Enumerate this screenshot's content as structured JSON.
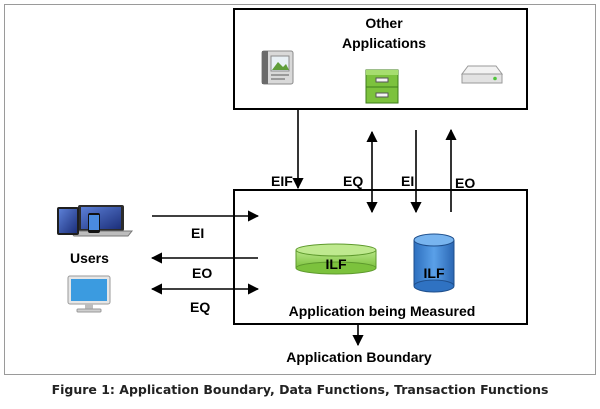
{
  "diagram": {
    "other_box": {
      "title_line1": "Other",
      "title_line2": "Applications"
    },
    "measured_box": {
      "title": "Application being Measured"
    },
    "users_label": "Users",
    "boundary_label": "Application Boundary",
    "ilf_green": "ILF",
    "ilf_blue": "ILF",
    "top_labels": {
      "eif": "EIF",
      "eq": "EQ",
      "ei": "EI",
      "eo": "EO"
    },
    "user_labels": {
      "ei": "EI",
      "eo": "EO",
      "eq": "EQ"
    },
    "colors": {
      "ilf_green": "#8ed14f",
      "ilf_blue": "#3f86d6"
    }
  },
  "caption": "Figure 1: Application Boundary, Data Functions, Transaction Functions"
}
